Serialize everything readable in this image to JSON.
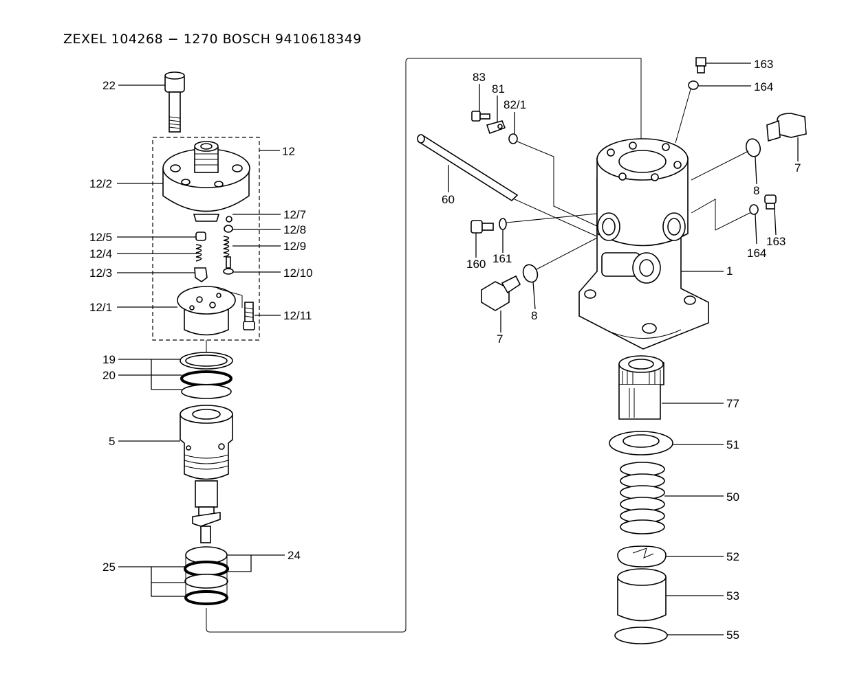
{
  "header": {
    "title": "ZEXEL 104268 − 1270   BOSCH   9410618349"
  },
  "labels": {
    "p22": "22",
    "p12": "12",
    "p12_2": "12/2",
    "p12_7": "12/7",
    "p12_5": "12/5",
    "p12_8": "12/8",
    "p12_4": "12/4",
    "p12_9": "12/9",
    "p12_3": "12/3",
    "p12_10": "12/10",
    "p12_1": "12/1",
    "p12_11": "12/11",
    "p19": "19",
    "p20": "20",
    "p5": "5",
    "p25": "25",
    "p24": "24",
    "p83": "83",
    "p81": "81",
    "p82_1": "82/1",
    "p60": "60",
    "p160": "160",
    "p161": "161",
    "p8a": "8",
    "p7a": "7",
    "p163a": "163",
    "p164a": "164",
    "p7b": "7",
    "p8b": "8",
    "p164b": "164",
    "p163b": "163",
    "p1": "1",
    "p77": "77",
    "p51": "51",
    "p50": "50",
    "p52": "52",
    "p53": "53",
    "p55": "55"
  }
}
